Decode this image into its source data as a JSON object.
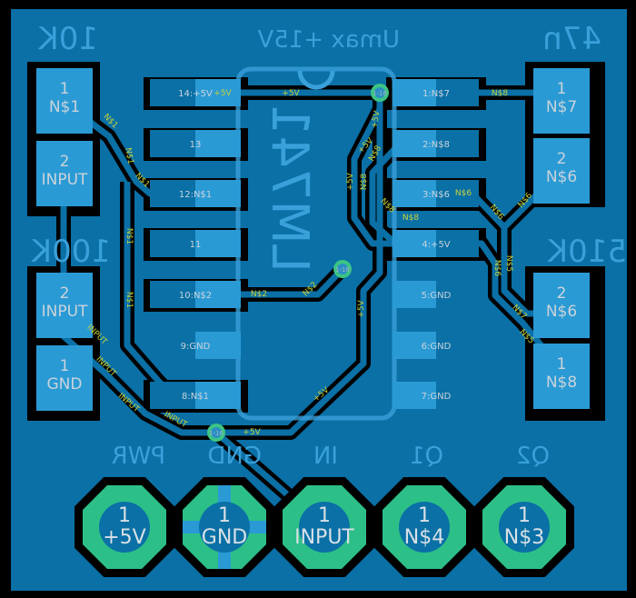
{
  "board": {
    "colors": {
      "copper": "#0a70a6",
      "pad": "#2a9ad5",
      "silk": "#a8b2ba",
      "via": "#3cc483",
      "mirror_text": "#3aa0da",
      "net_label": "#c8d23a"
    },
    "mirror_labels": {
      "r1_value": "10K",
      "title": "Umax +15V",
      "c1_value": "47n",
      "r2_value": "100K",
      "r3_value": "510K",
      "pwr": "PWR",
      "gnd": "GND",
      "in": "IN",
      "q1": "Q1",
      "q2": "Q2"
    },
    "smd_pads": [
      {
        "num": "1",
        "net": "N$1"
      },
      {
        "num": "2",
        "net": "INPUT"
      },
      {
        "num": "2",
        "net": "INPUT"
      },
      {
        "num": "1",
        "net": "GND"
      },
      {
        "num": "1",
        "net": "N$7"
      },
      {
        "num": "2",
        "net": "N$6"
      },
      {
        "num": "2",
        "net": "N$6"
      },
      {
        "num": "1",
        "net": "N$8"
      }
    ],
    "ic_pads_left": [
      "14:+5V",
      "13",
      "12:N$1",
      "11",
      "10:N$2",
      "9:GND",
      "8:N$1"
    ],
    "ic_pads_right": [
      "1:N$7",
      "2:N$8",
      "3:N$6",
      "4:+5V",
      "5:GND",
      "6:GND",
      "7:GND"
    ],
    "ic_mirror_label": "LM741",
    "net_labels": [
      "+5V",
      "+5V",
      "N$1",
      "N$1",
      "N$1",
      "N$1",
      "N$1",
      "INPUT",
      "INPUT",
      "INPUT",
      "INPUT",
      "N$2",
      "N$2",
      "+5V",
      "+5V",
      "+5V",
      "+5V",
      "+5V",
      "N$8",
      "N$8",
      "N$8",
      "N$8",
      "N$6",
      "N$6",
      "N$6",
      "N$6",
      "N$7",
      "N$8",
      "+5V",
      "N$5",
      "N$5"
    ],
    "vias": [
      "1-16",
      "1-16",
      "1-16"
    ],
    "connectors": [
      {
        "num": "1",
        "net": "+5V"
      },
      {
        "num": "1",
        "net": "GND"
      },
      {
        "num": "1",
        "net": "INPUT"
      },
      {
        "num": "1",
        "net": "N$4"
      },
      {
        "num": "1",
        "net": "N$3"
      }
    ]
  }
}
